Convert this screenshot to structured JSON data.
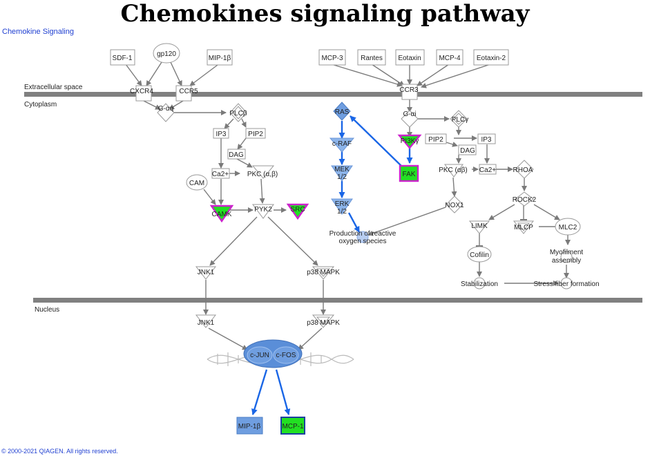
{
  "title": "Chemokines signaling pathway",
  "subtitle": "Chemokine Signaling",
  "copyright": "© 2000-2021 QIAGEN. All rights reserved.",
  "regions": {
    "extracellular": "Extracellular space",
    "cytoplasm": "Cytoplasm",
    "nucleus": "Nucleus"
  },
  "colors": {
    "membrane": "#808080",
    "edge": "#7a7a7a",
    "active_edge": "#1a66e6",
    "green": "#22e022",
    "magenta": "#cc22cc",
    "blue_light": "#8cb4ea",
    "blue_mid": "#6f9ee0",
    "node_stroke": "#999999"
  },
  "nodes": {
    "sdf1": "SDF-1",
    "gp120": "gp120",
    "mip1b_top": "MIP-1β",
    "cxcr4": "CXCR4",
    "ccr5": "CCR5",
    "gaq": "G-αq",
    "plcb": "PLCβ",
    "ip3_left": "IP3",
    "pip2_left": "PIP2",
    "dag_left": "DAG",
    "ca2_left": "Ca2+",
    "pkc_left": "PKC (α,β)",
    "cam": "CAM",
    "camk": "CAMK",
    "src": "SRC",
    "pyk2": "PYK2",
    "jnk1_cyto": "JNK1",
    "p38_cyto": "p38 MAPK",
    "mcp3": "MCP-3",
    "rantes": "Rantes",
    "eotaxin": "Eotaxin",
    "mcp4": "MCP-4",
    "eotaxin2": "Eotaxin-2",
    "ccr3": "CCR3",
    "gai": "G-αi",
    "plcg": "PLCγ",
    "pip2_right": "PIP2",
    "ip3_right": "IP3",
    "dag_right": "DAG",
    "pkc_right": "PKC (αβ)",
    "ca2_right": "Ca2+",
    "rhoa": "RHOA",
    "pi3kg": "PI3Kγ",
    "fak": "FAK",
    "ras": "RAS",
    "craf": "c-RAF",
    "mek_line1": "MEK",
    "mek_line2": "1/2",
    "erk_line1": "ERK",
    "erk_line2": "1/2",
    "ros_line1": "Production of reactive",
    "ros_line2": "oxygen species",
    "nox1": "NOX1",
    "rock2": "ROCK2",
    "limk": "LIMK",
    "mlcp": "MLCP",
    "mlc2": "MLC2",
    "cofilin": "Cofilin",
    "myo_line1": "Myofilment",
    "myo_line2": "assembly",
    "stabilization": "Stabilization",
    "stress_fiber": "Stress fiber formation",
    "jnk1_nuc": "JNK1",
    "p38_nuc": "p38 MAPK",
    "cjun": "c-JUN",
    "cfos": "c-FOS",
    "mip1b_out": "MIP-1β",
    "mcp1_out": "MCP-1"
  }
}
